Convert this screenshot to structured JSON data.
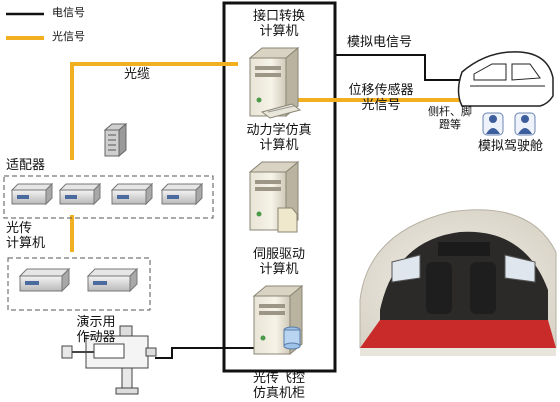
{
  "legend": {
    "electric_signal": "电信号",
    "optical_signal": "光信号"
  },
  "colors": {
    "electric_line": "#111111",
    "optical_line": "#f2b020",
    "cabinet_border": "#111111",
    "dashed_border": "#555555"
  },
  "cabinet": {
    "interface_computer": [
      "接口转换",
      "计算机"
    ],
    "dynamics_computer": [
      "动力学仿真",
      "计算机"
    ],
    "servo_computer": [
      "伺服驱动",
      "计算机"
    ],
    "name": [
      "光传飞控",
      "仿真机柜"
    ]
  },
  "labels": {
    "fiber_cable": "光缆",
    "analog_electric_signal": "模拟电信号",
    "displacement_sensor_optical": [
      "位移传感器",
      "光信号"
    ],
    "stick_pedal": [
      "侧杆、脚",
      "蹬等"
    ],
    "simulated_cockpit": "模拟驾驶舱",
    "adapter": "适配器",
    "optical_computer": [
      "光传",
      "计算机"
    ],
    "demo_actuator": [
      "演示用",
      "作动器"
    ]
  }
}
